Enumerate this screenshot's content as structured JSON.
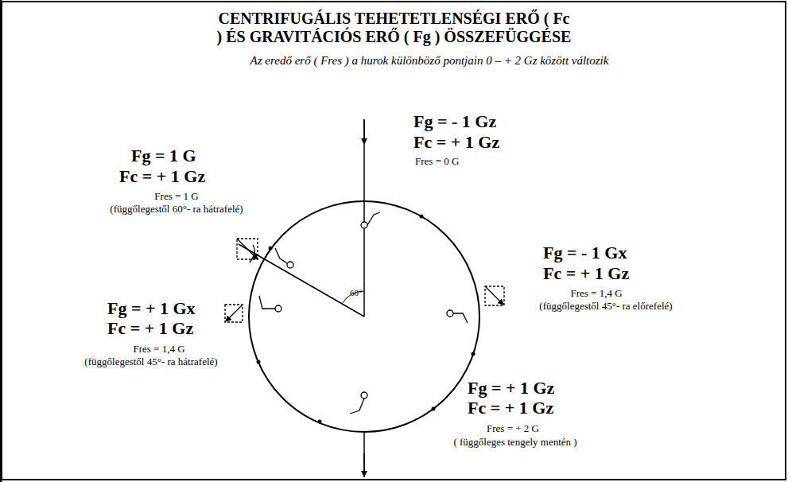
{
  "diagram": {
    "title": "CENTRIFUGÁLIS TEHETETLENSÉGI ERŐ ( Fc ) ÉS GRAVITÁCIÓS ERŐ ( Fg ) ÖSSZEFÜGGÉSE",
    "labels": [
      "Az eredő erő ( Fres ) a hurok különböző pontjain 0 – + 2 Gz között változik",
      "Fg = - 1 Gz",
      "Fc = + 1 Gz",
      "Fres = 0 G",
      "Fg = 1 G",
      "Fc = + 1 Gz",
      "Fres = 1 G",
      "(függőlegestől 60°- ra hátrafelé)",
      "Fg = - 1 Gx",
      "Fc = + 1 Gz",
      "Fres = 1,4 G",
      "(függőlegestől 45°- ra előrefelé)",
      "Fg = + 1 Gx",
      "Fc = + 1 Gz",
      "Fres = 1,4 G",
      "(függőlegestől 45°- ra hátrafelé)",
      "Fg = + 1 Gz",
      "Fc = + 1 Gz",
      "Fres = + 2 G",
      "( függőleges tengely mentén )",
      "60°"
    ]
  }
}
